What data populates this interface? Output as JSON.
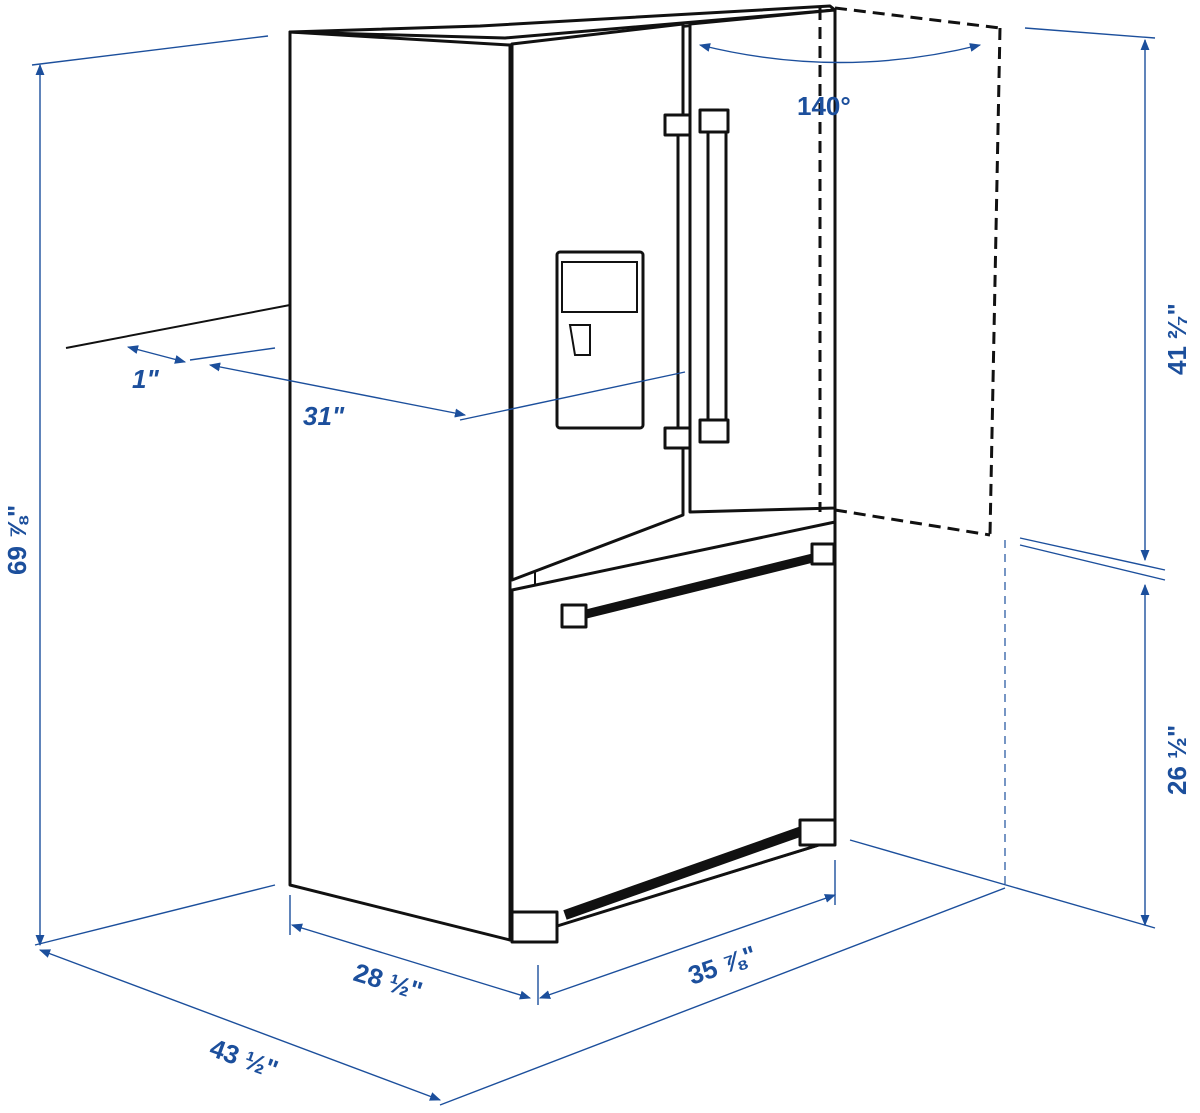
{
  "title": "French door refrigerator dimensions",
  "colors": {
    "dimension": "#1c4f9c",
    "outline": "#111111"
  },
  "dimensions": {
    "door_angle": "140°",
    "counter_gap": "1\"",
    "depth_to_door": "31\"",
    "total_height": "69 ⅞\"",
    "upper_door_height": "41 ²⁄₇\"",
    "lower_height": "26 ½\"",
    "side_depth": "28 ½\"",
    "width": "35 ⅞\"",
    "depth_door_open": "43 ½\""
  }
}
